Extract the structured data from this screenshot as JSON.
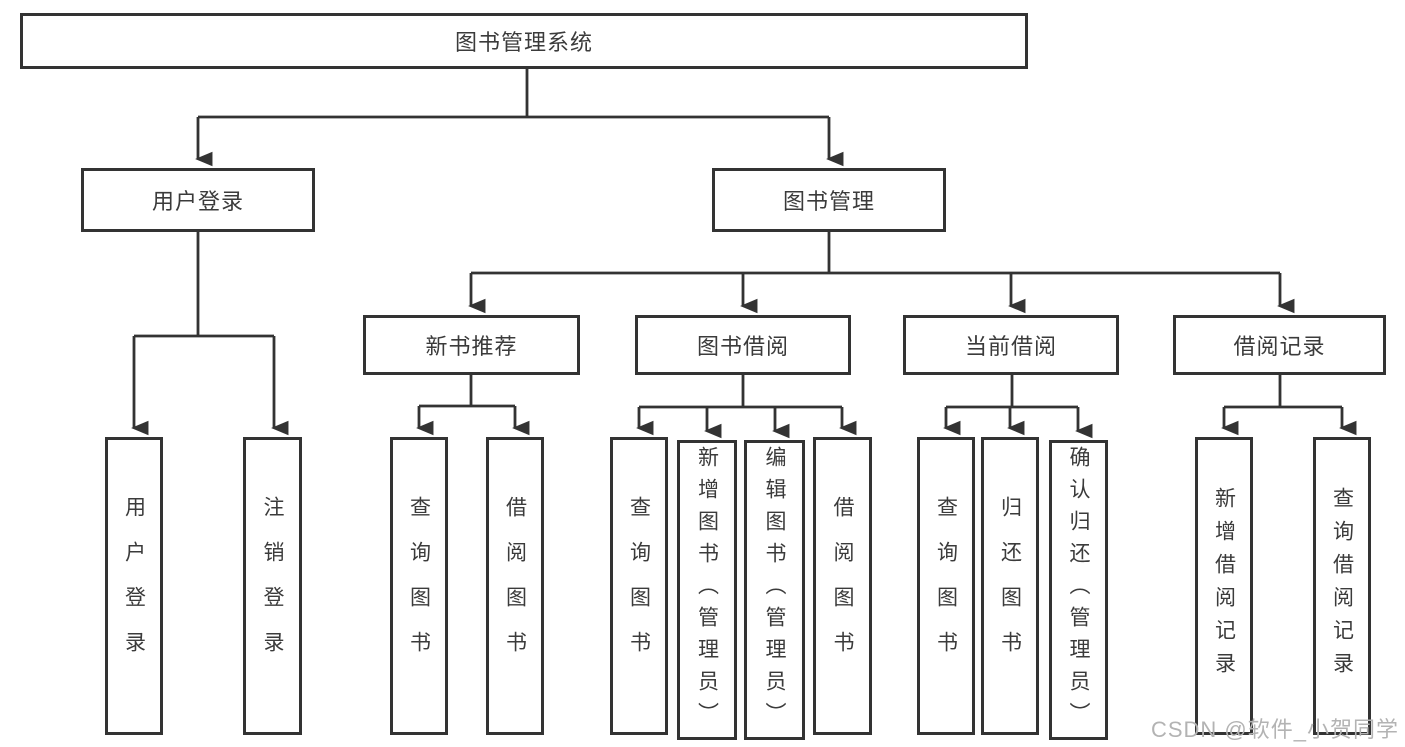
{
  "diagram": {
    "title_node": {
      "label": "图书管理系统"
    },
    "level2": [
      {
        "label": "用户登录"
      },
      {
        "label": "图书管理"
      }
    ],
    "level3": [
      {
        "label": "新书推荐"
      },
      {
        "label": "图书借阅"
      },
      {
        "label": "当前借阅"
      },
      {
        "label": "借阅记录"
      }
    ],
    "leaves": {
      "user_login": [
        "用户登录",
        "注销登录"
      ],
      "new_book": [
        "查询图书",
        "借阅图书"
      ],
      "book_borrow": [
        "查询图书",
        "新增图书（管理员）",
        "编辑图书（管理员）",
        "借阅图书"
      ],
      "current_borrow": [
        "查询图书",
        "归还图书",
        "确认归还（管理员）"
      ],
      "borrow_record": [
        "新增借阅记录",
        "查询借阅记录"
      ]
    },
    "colors": {
      "line": "#333333",
      "text": "#3b3b3b",
      "background": "#ffffff",
      "watermark": "#b3b3b3"
    }
  },
  "watermark": {
    "text": "CSDN @软件_小贺同学"
  }
}
